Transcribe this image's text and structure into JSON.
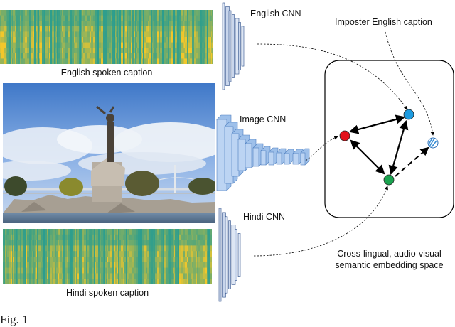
{
  "labels": {
    "english_cnn": "English CNN",
    "imposter": "Imposter English caption",
    "english_caption": "English spoken caption",
    "image_cnn": "Image CNN",
    "hindi_cnn": "Hindi CNN",
    "hindi_caption": "Hindi spoken caption",
    "embedding_line1": "Cross-lingual, audio-visual",
    "embedding_line2": "semantic embedding space"
  },
  "footer_text": "Fig. 1",
  "colors": {
    "spectrogram_low": "#2a9d8f",
    "spectrogram_high": "#f2c72b",
    "node_red": "#e3121b",
    "node_blue": "#1d9be0",
    "node_green": "#1aa34f",
    "node_imposter": "#3a8fd6",
    "cnn_fill": "#dde6f4",
    "cnn_edge": "#2d4f8a"
  },
  "icons": [
    "photo-landmark-statue",
    "spectrogram-english",
    "spectrogram-hindi"
  ]
}
